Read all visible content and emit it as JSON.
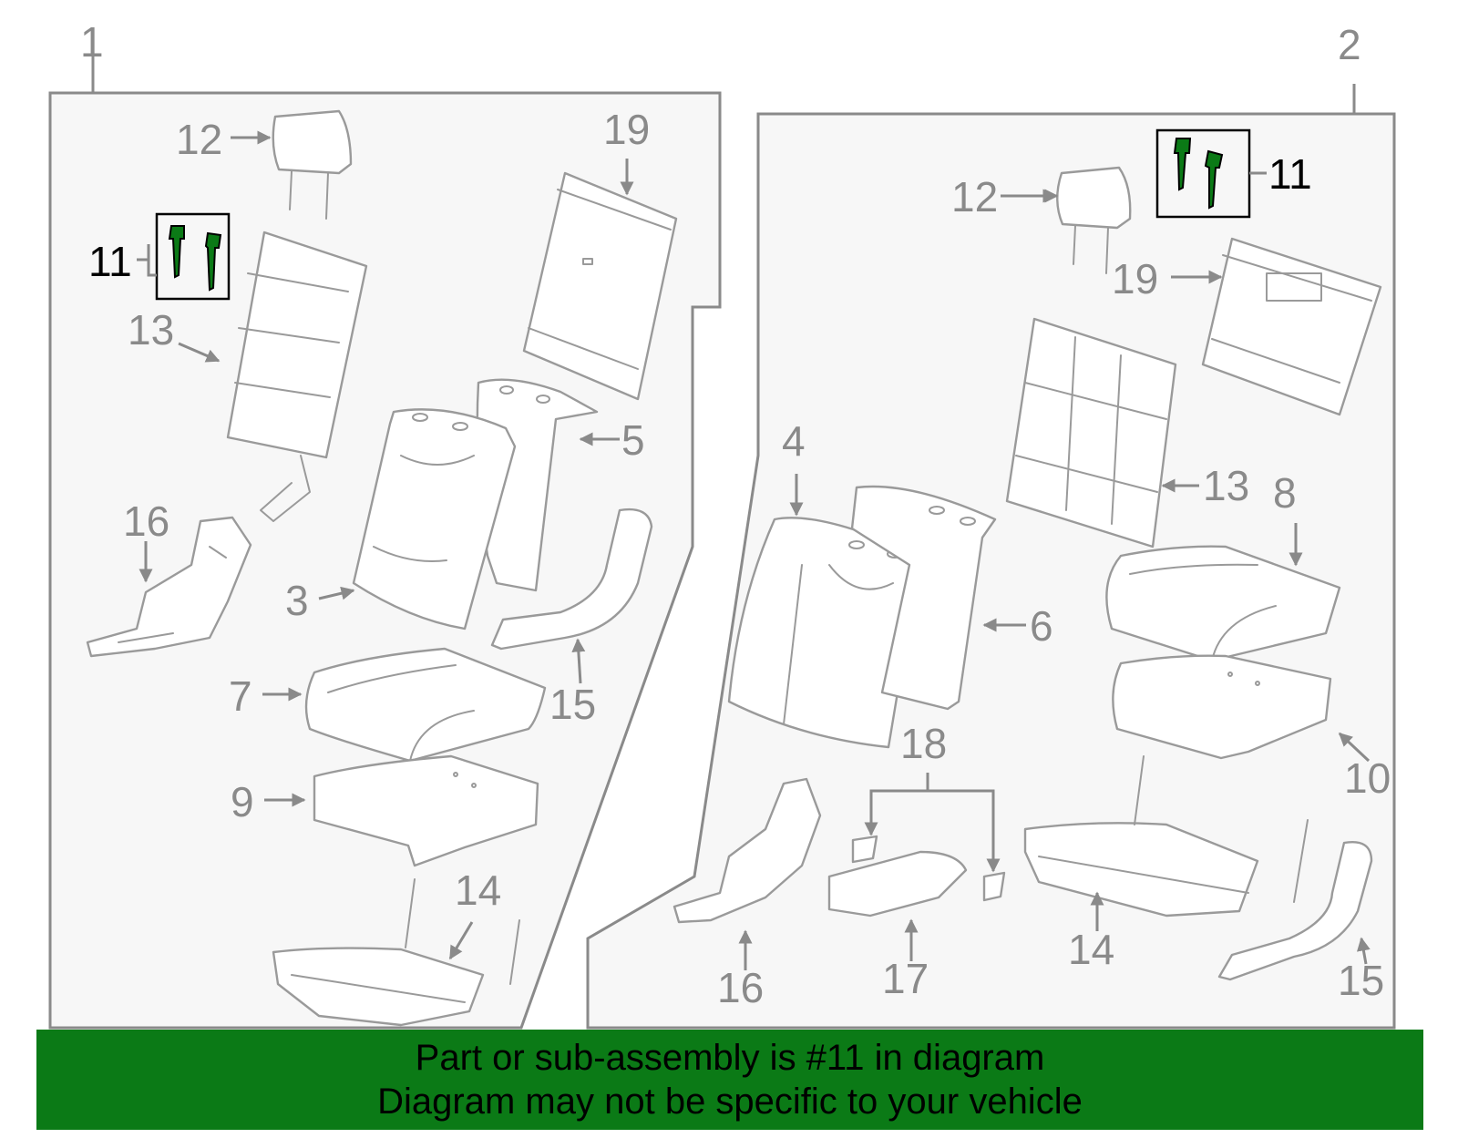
{
  "colors": {
    "footer_background": "#0b7a16",
    "footer_text": "#000000",
    "highlight_part": "#0b7a16",
    "line_art": "#9a9a9a",
    "panel_fill": "#f7f7f7"
  },
  "assemblies": {
    "left": {
      "number": "1"
    },
    "right": {
      "number": "2"
    }
  },
  "callouts": {
    "left": [
      "12",
      "19",
      "11",
      "13",
      "5",
      "16",
      "3",
      "15",
      "7",
      "9",
      "14"
    ],
    "right": [
      "11",
      "12",
      "19",
      "4",
      "13",
      "8",
      "6",
      "18",
      "10",
      "14",
      "16",
      "17",
      "15"
    ]
  },
  "highlighted_part": "11",
  "footer": {
    "line1": "Part or sub-assembly is #11 in diagram",
    "line2": "Diagram may not be specific to your vehicle"
  }
}
